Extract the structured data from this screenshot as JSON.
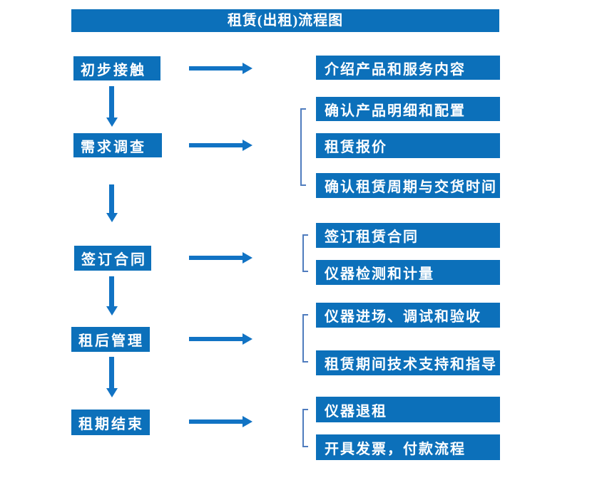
{
  "title": "租赁(出租)流程图",
  "colors": {
    "box_blue": "#0C70BA",
    "arrow_blue": "#1173C4",
    "bracket_blue": "#4F7CBE",
    "text_white": "#FFFFFF"
  },
  "flow": [
    {
      "stage": "初步接触",
      "details": [
        "介绍产品和服务内容"
      ]
    },
    {
      "stage": "需求调查",
      "details": [
        "确认产品明细和配置",
        "租赁报价",
        "确认租赁周期与交货时间"
      ]
    },
    {
      "stage": "签订合同",
      "details": [
        "签订租赁合同",
        "仪器检测和计量"
      ]
    },
    {
      "stage": "租后管理",
      "details": [
        "仪器进场、调试和验收",
        "租赁期间技术支持和指导"
      ]
    },
    {
      "stage": "租期结束",
      "details": [
        "仪器退租",
        "开具发票，付款流程"
      ]
    }
  ]
}
